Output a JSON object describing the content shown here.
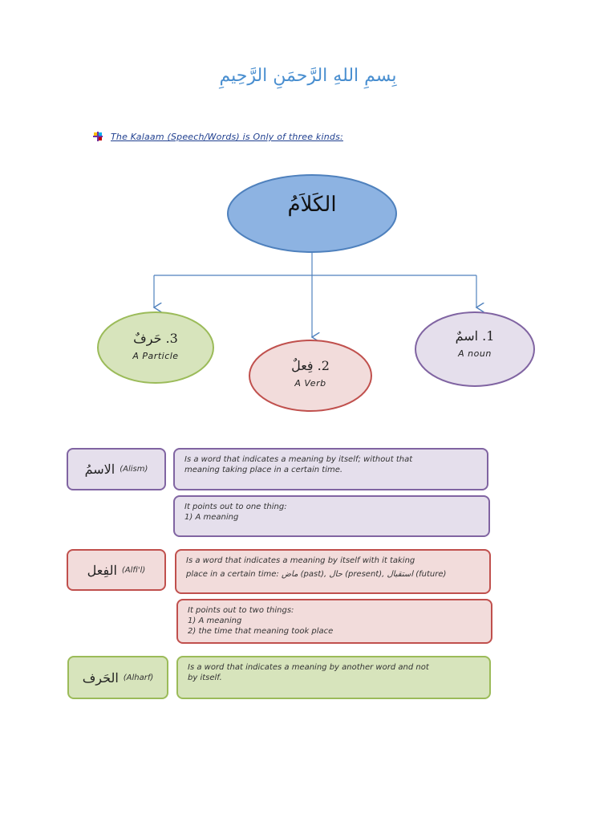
{
  "header": {
    "bismillah": "بِسمِ اللهِ الرَّحمَنِ الرَّحِيمِ"
  },
  "intro": {
    "text": "The Kalaam (Speech/Words) is Only of three kinds:",
    "bullet_icon": "pinwheel-bullet-icon"
  },
  "diagram": {
    "center_label": "الكَلاَمُ",
    "center_color": "#8db3e2",
    "nodes": [
      {
        "arabic": "1. اسمٌ",
        "english": "A noun",
        "color": "#e5dfec",
        "border": "#8064a2"
      },
      {
        "arabic": "2. فِعلٌ",
        "english": "A Verb",
        "color": "#f2dcdb",
        "border": "#c0504d"
      },
      {
        "arabic": "3. حَرفٌ",
        "english": "A Particle",
        "color": "#d7e4bc",
        "border": "#9bbb59"
      }
    ]
  },
  "definitions": {
    "ism": {
      "arabic": "الاسمُ",
      "transliteration": "(Alism)",
      "desc1_line1": "Is a word that indicates a meaning by itself; without that",
      "desc1_line2": "meaning taking place in a certain time.",
      "desc2_line1": "It points out to one thing:",
      "desc2_line2": "1) A meaning"
    },
    "fil": {
      "arabic": "الفِعل",
      "transliteration": "(Alfi'l)",
      "desc1_line1": "Is a word that indicates a meaning by itself with it taking",
      "desc1_line2": "place in a certain time: ماض (past), حال (present), استقبال (future)",
      "desc2_line1": "It points out to two things:",
      "desc2_line2": "1) A meaning",
      "desc2_line3": "2) the time that meaning took place"
    },
    "harf": {
      "arabic": "الحَرف",
      "transliteration": "(Alharf)",
      "desc1_line1": "Is a word that indicates a meaning by another word and not",
      "desc1_line2": "by itself."
    }
  }
}
